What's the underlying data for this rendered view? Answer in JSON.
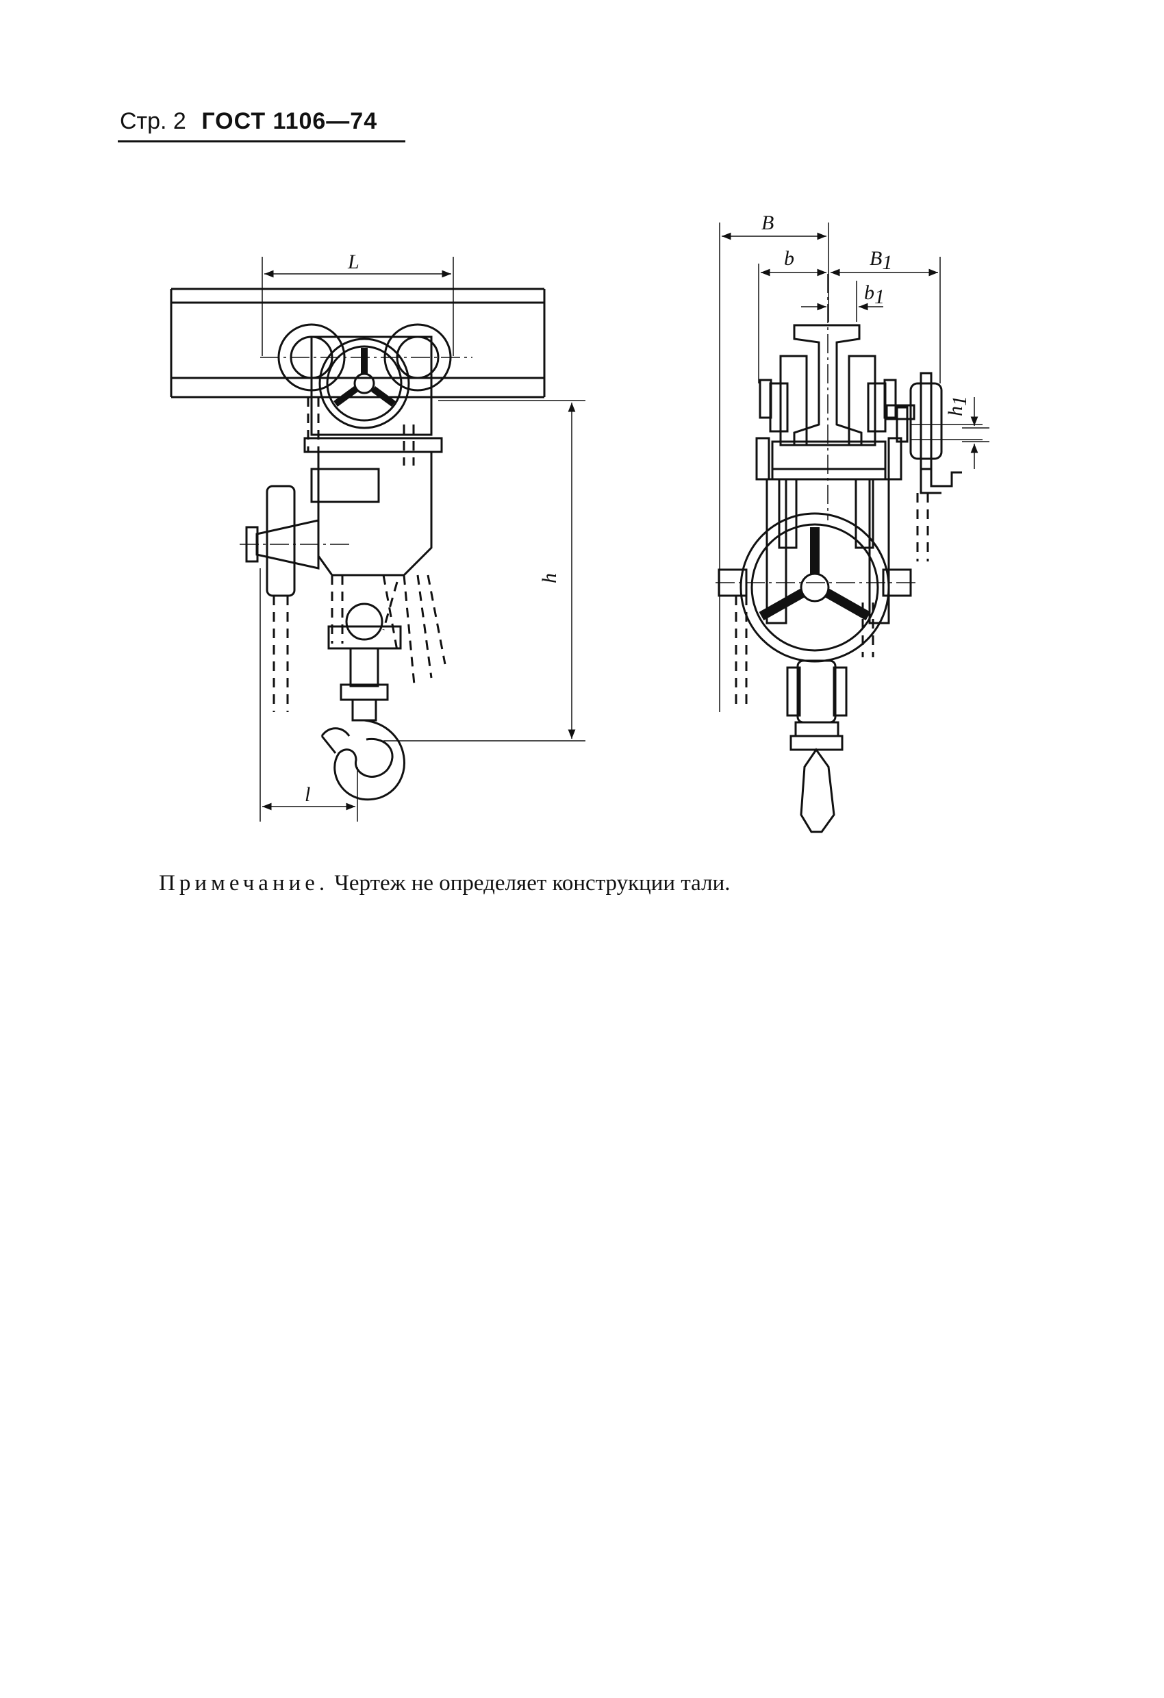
{
  "header": {
    "page_label": "Стр. 2",
    "standard": "ГОСТ 1106—74"
  },
  "drawing": {
    "front_view": {
      "dim_L": "L",
      "dim_h": "h",
      "dim_l": "l"
    },
    "side_view": {
      "dim_B": "B",
      "dim_b": "b",
      "dim_B1": "B",
      "dim_B1_sub": "1",
      "dim_b1": "b",
      "dim_b1_sub": "1",
      "dim_h1": "h",
      "dim_h1_sub": "1"
    }
  },
  "note": {
    "lead": "Примечание.",
    "text": " Чертеж не определяет конструкции тали."
  }
}
